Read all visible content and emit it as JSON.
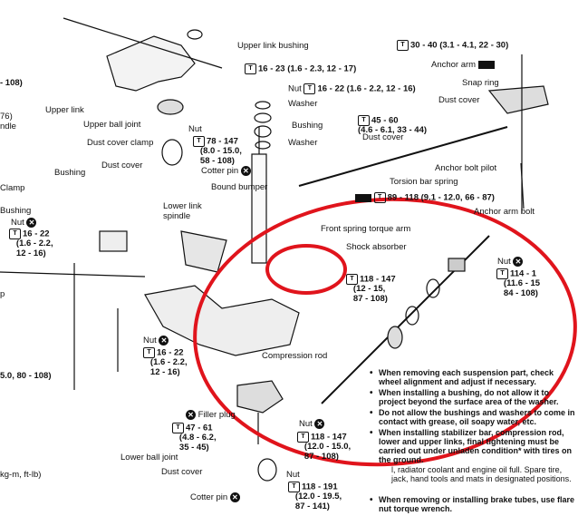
{
  "labels": {
    "upper_link_bushing": "Upper link bushing",
    "t_30_40": "30 - 40 (3.1 - 4.1, 22 - 30)",
    "t_16_23": "16 - 23 (1.6 - 2.3, 12 - 17)",
    "anchor_arm": "Anchor arm",
    "nut_a": "Nut",
    "t_16_22_a": "16 - 22 (1.6 - 2.2, 12 - 16)",
    "snap_ring": "Snap ring",
    "upper_link": "Upper link",
    "washer_a": "Washer",
    "dust_cover_a": "Dust cover",
    "bushing_a": "Bushing",
    "upper_ball_joint": "Upper ball joint",
    "t_45_60": "45 - 60",
    "t_45_60_b": "(4.6 - 6.1, 33 - 44)",
    "washer_b": "Washer",
    "nut_b": "Nut",
    "t_78_147": "78 - 147",
    "t_78_147_b": "(8.0 - 15.0,",
    "t_78_147_c": "58 - 108)",
    "dust_cover_clamp": "Dust cover clamp",
    "dust_cover_b": "Dust cover",
    "dust_cover_c": "Dust cover",
    "cotter_pin_a": "Cotter pin",
    "anchor_bolt_pilot": "Anchor bolt pilot",
    "torsion_bar_spring": "Torsion bar spring",
    "bushing_b": "Bushing",
    "bound_bumper": "Bound bumper",
    "t_89_118": "89 - 118 (9.1 - 12.0, 66 - 87)",
    "anchor_arm_bolt": "Anchor arm bolt",
    "clamp": "Clamp",
    "lower_link_spindle_1": "Lower link",
    "lower_link_spindle_2": "spindle",
    "bushing_c": "Bushing",
    "nut_c": "Nut",
    "t_16_22_c1": "16 - 22",
    "t_16_22_c2": "(1.6 - 2.2,",
    "t_16_22_c3": "12 - 16)",
    "front_spring_torque_arm": "Front spring torque arm",
    "shock_absorber": "Shock absorber",
    "nut_d": "Nut",
    "t_114": "114 - 1",
    "t_114_b": "(11.6 - 15",
    "t_114_c": "84 - 108)",
    "t_118_147_a": "118 - 147",
    "t_118_147_a2": "(12 - 15,",
    "t_118_147_a3": "87 - 108)",
    "nut_e": "Nut",
    "t_16_22_e1": "16 - 22",
    "t_16_22_e2": "(1.6 - 2.2,",
    "t_16_22_e3": "12 - 16)",
    "compression_rod": "Compression rod",
    "filler_plug": "Filler plug",
    "t_47_61": "47 - 61",
    "t_47_61_b": "(4.8 - 6.2,",
    "t_47_61_c": "35 - 45)",
    "nut_f": "Nut",
    "t_118_147_f": "118 - 147",
    "t_118_147_f2": "(12.0 - 15.0,",
    "t_118_147_f3": "87 - 108)",
    "lower_ball_joint": "Lower ball joint",
    "dust_cover_d": "Dust cover",
    "nut_g": "Nut",
    "t_118_191": "118 - 191",
    "t_118_191_b": "(12.0 - 19.5,",
    "t_118_191_c": "87 - 141)",
    "cotter_pin_b": "Cotter pin",
    "left_108": "- 108)",
    "left_76": "76)",
    "left_ndle": "ndle",
    "left_bushing": "Bushing",
    "left_nut": "Nut",
    "left_p": "p",
    "left_15": "5.0, 80 - 108)",
    "left_kg": "kg-m, ft-lb)"
  },
  "notes": [
    "When removing each suspension part, check wheel alignment and adjust if necessary.",
    "When installing a bushing, do not allow it to project beyond the surface area of the washer.",
    "Do not allow the bushings and washers to come in contact with grease, oil soapy water, etc.",
    "When installing stabilizer bar, compression rod, lower and upper links, final tightening must be carried out under unladen condition* with tires on the ground.",
    "l, radiator coolant and engine oil full. Spare tire, jack, hand tools and mats in designated positions.",
    "When removing or installing brake tubes, use flare nut torque wrench."
  ],
  "colors": {
    "ink": "#111111",
    "highlight": "#e0141c"
  }
}
